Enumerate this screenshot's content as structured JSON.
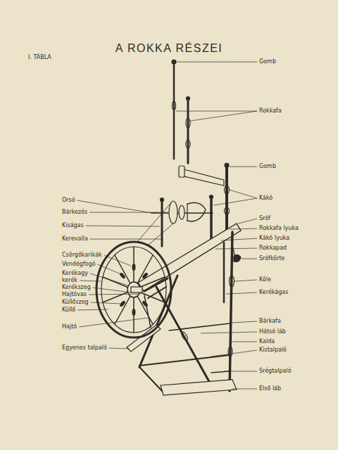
{
  "diagram": {
    "title": "A ROKKA RÉSZEI",
    "labels": [
      "I. TÁBLA",
      "Gomb",
      "Rokkafa",
      "Gomb",
      "Kákó",
      "Sróf",
      "Rokkafa lyuka",
      "Kákó lyuka",
      "Rokkapad",
      "Srófkörte",
      "Kóle",
      "Kerékágas",
      "Bárkafa",
      "Hátsó láb",
      "Kalda",
      "Kistalpaló",
      "Srégtalpaló",
      "Első láb",
      "Orsó",
      "Bárkezés",
      "Kiságas",
      "Kerevalla",
      "Csörgőkarikák",
      "Vendégfogó",
      "Kerékagy",
      "kerék",
      "Kerékszeg",
      "Hajtóvas",
      "Küllőszeg",
      "Küllő",
      "Hajtó",
      "Egyenes talpaló"
    ]
  }
}
